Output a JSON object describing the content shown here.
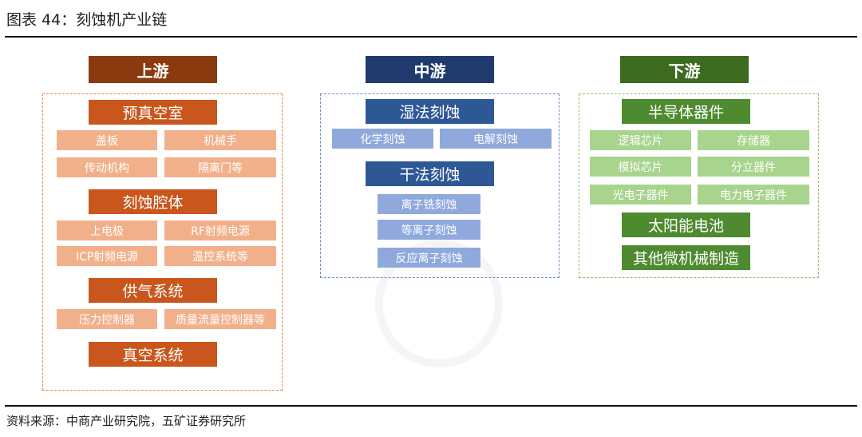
{
  "figure": {
    "title": "图表 44：刻蚀机产业链",
    "source": "资料来源：中商产业研究院，五矿证券研究所"
  },
  "upstream": {
    "header": "上游",
    "groups": [
      {
        "label": "预真空室",
        "items": [
          "盖板",
          "机械手",
          "传动机构",
          "隔离门等"
        ]
      },
      {
        "label": "刻蚀腔体",
        "items": [
          "上电极",
          "RF射频电源",
          "ICP射频电源",
          "温控系统等"
        ]
      },
      {
        "label": "供气系统",
        "items": [
          "压力控制器",
          "质量流量控制器等"
        ]
      },
      {
        "label": "真空系统",
        "items": []
      }
    ]
  },
  "midstream": {
    "header": "中游",
    "wet": {
      "label": "湿法刻蚀",
      "items": [
        "化学刻蚀",
        "电解刻蚀"
      ]
    },
    "dry": {
      "label": "干法刻蚀",
      "items": [
        "离子铣刻蚀",
        "等离子刻蚀",
        "反应离子刻蚀"
      ]
    }
  },
  "downstream": {
    "header": "下游",
    "semi": {
      "label": "半导体器件",
      "items": [
        "逻辑芯片",
        "存储器",
        "模拟芯片",
        "分立器件",
        "光电子器件",
        "电力电子器件"
      ]
    },
    "others": [
      "太阳能电池",
      "其他微机械制造"
    ]
  },
  "colors": {
    "upstream": [
      "#8a3a0e",
      "#c9561c",
      "#f2b08a"
    ],
    "midstream": [
      "#213a6e",
      "#2e5796",
      "#8fa9dc"
    ],
    "downstream": [
      "#3c6b1f",
      "#4e8a2f",
      "#a8d48e"
    ]
  }
}
